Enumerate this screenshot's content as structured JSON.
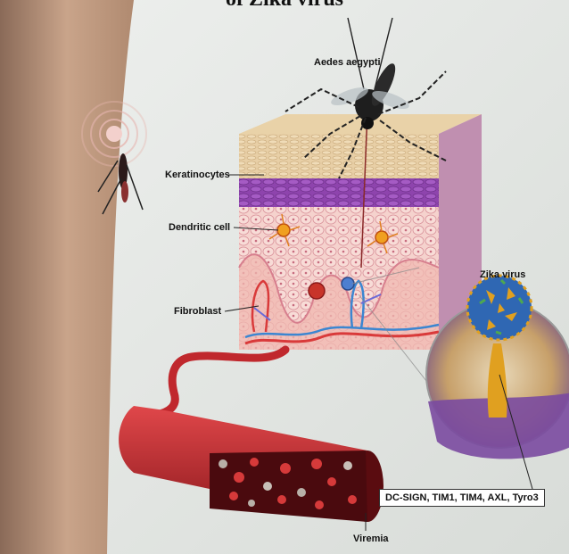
{
  "title": "of Zika virus",
  "labels": {
    "mosquito": "Aedes aegypti",
    "keratinocytes": "Keratinocytes",
    "dendritic": "Dendritic cell",
    "fibroblast": "Fibroblast",
    "zika": "Zika virus",
    "receptors": "DC-SIGN, TIM1, TIM4, AXL, Tyro3",
    "viremia": "Viremia"
  },
  "colors": {
    "skin_surface": "#e8c79a",
    "keratinocyte_layer": "#9b59b6",
    "dermis": "#f3c9c4",
    "blood_vessel": "#c0282d",
    "virus_shell": "#2f67b3",
    "virus_spikes": "#e0a020",
    "membrane": "#7a4aa0",
    "arm": "#c9a48a"
  },
  "icons": {
    "mosquito_large": "mosquito-icon",
    "mosquito_small": "mosquito-icon",
    "virus": "zika-virus-icon"
  }
}
